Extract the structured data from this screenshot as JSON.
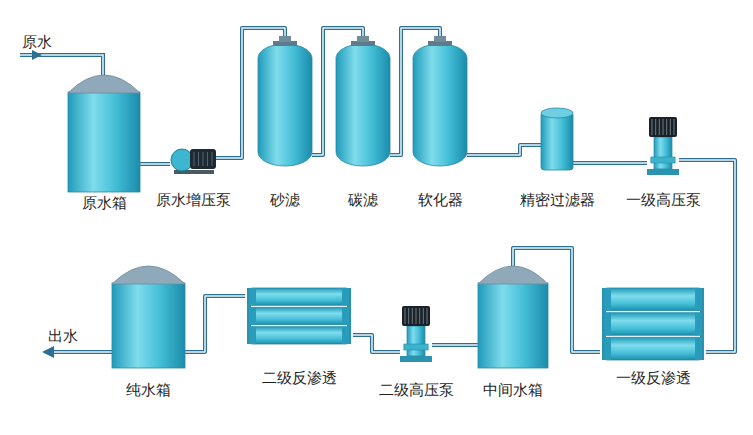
{
  "diagram": {
    "nodes": [
      {
        "text": [
          "原水箱"
        ]
      },
      {
        "text": [
          "原水增压泵"
        ]
      },
      {
        "text": [
          "砂滤"
        ]
      },
      {
        "text": [
          "碳滤"
        ]
      },
      {
        "text": [
          "软化器"
        ]
      },
      {
        "text": [
          "精密过滤器"
        ]
      },
      {
        "text": [
          "一级高压泵"
        ]
      },
      {
        "text": [
          "纯水箱"
        ]
      },
      {
        "text": [
          "二级反渗透"
        ]
      },
      {
        "text": [
          "二级高压泵"
        ]
      },
      {
        "text": [
          "中间水箱"
        ]
      },
      {
        "text": [
          "一级反渗透"
        ]
      }
    ],
    "edges": [
      {
        "from": 0,
        "to": 1,
        "arrow": "none"
      },
      {
        "from": 1,
        "to": 2,
        "arrow": "none"
      },
      {
        "from": 2,
        "to": 3,
        "arrow": "none"
      },
      {
        "from": 3,
        "to": 4,
        "arrow": "none"
      },
      {
        "from": 4,
        "to": 5,
        "arrow": "none"
      },
      {
        "from": 5,
        "to": 6,
        "arrow": "none"
      },
      {
        "from": 6,
        "to": 11,
        "arrow": "none"
      },
      {
        "from": 11,
        "to": 10,
        "arrow": "none"
      },
      {
        "from": 10,
        "to": 9,
        "arrow": "none"
      },
      {
        "from": 9,
        "to": 8,
        "arrow": "none"
      },
      {
        "from": 8,
        "to": 7,
        "arrow": "none"
      }
    ],
    "labels": [
      "原水",
      "出水"
    ]
  }
}
